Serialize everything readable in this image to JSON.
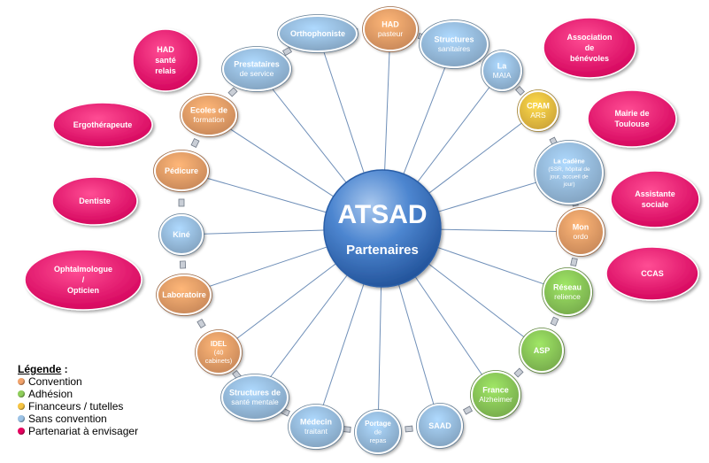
{
  "center": {
    "title": "ATSAD",
    "subtitle": "Partenaires"
  },
  "colors": {
    "convention": "#f2a36b",
    "adhesion": "#8fce5b",
    "financeurs": "#f6c443",
    "sans_convention": "#9cc3e6",
    "envisager": "#e7005f",
    "center": "#3c78c8"
  },
  "nodes": [
    {
      "id": "had-pasteur",
      "lines": [
        "HAD",
        "pasteur"
      ],
      "type": "convention"
    },
    {
      "id": "structures-sanitaires",
      "lines": [
        "Structures",
        "sanitaires"
      ],
      "type": "sans_convention"
    },
    {
      "id": "la-maia",
      "lines": [
        "La",
        "MAIA"
      ],
      "type": "sans_convention"
    },
    {
      "id": "cpam-ars",
      "lines": [
        "CPAM",
        "ARS"
      ],
      "type": "financeurs"
    },
    {
      "id": "la-cadene",
      "lines": [
        "La Cadène",
        "(SSR, hôpital de",
        "jour, accueil de",
        "jour)"
      ],
      "type": "sans_convention"
    },
    {
      "id": "mon-ordo",
      "lines": [
        "Mon",
        "ordo"
      ],
      "type": "convention"
    },
    {
      "id": "reseau-relience",
      "lines": [
        "Réseau",
        "relience"
      ],
      "type": "adhesion"
    },
    {
      "id": "asp",
      "lines": [
        "ASP"
      ],
      "type": "adhesion"
    },
    {
      "id": "france-alzheimer",
      "lines": [
        "France",
        "Alzheimer"
      ],
      "type": "adhesion"
    },
    {
      "id": "saad",
      "lines": [
        "SAAD"
      ],
      "type": "sans_convention"
    },
    {
      "id": "portage-de-repas",
      "lines": [
        "Portage",
        "de",
        "repas"
      ],
      "type": "sans_convention"
    },
    {
      "id": "medecin-traitant",
      "lines": [
        "Médecin",
        "traitant"
      ],
      "type": "sans_convention"
    },
    {
      "id": "structures-sante-mentale",
      "lines": [
        "Structures de",
        "santé mentale"
      ],
      "type": "sans_convention"
    },
    {
      "id": "idel",
      "lines": [
        "IDEL",
        "(40",
        "cabinets)"
      ],
      "type": "convention"
    },
    {
      "id": "laboratoire",
      "lines": [
        "Laboratoire"
      ],
      "type": "convention"
    },
    {
      "id": "kine",
      "lines": [
        "Kiné"
      ],
      "type": "sans_convention"
    },
    {
      "id": "pedicure",
      "lines": [
        "Pédicure"
      ],
      "type": "convention"
    },
    {
      "id": "ecoles-de-formation",
      "lines": [
        "Ecoles de",
        "formation"
      ],
      "type": "convention"
    },
    {
      "id": "prestataires-de-service",
      "lines": [
        "Prestataires",
        "de service"
      ],
      "type": "sans_convention"
    },
    {
      "id": "orthophoniste",
      "lines": [
        "Orthophoniste"
      ],
      "type": "sans_convention"
    }
  ],
  "envisager": [
    {
      "id": "association-de-benevoles",
      "lines": [
        "Association",
        "de",
        "bénévoles"
      ]
    },
    {
      "id": "mairie-de-toulouse",
      "lines": [
        "Mairie de",
        "Toulouse"
      ]
    },
    {
      "id": "assistante-sociale",
      "lines": [
        "Assistante",
        "sociale"
      ]
    },
    {
      "id": "ccas",
      "lines": [
        "CCAS"
      ]
    },
    {
      "id": "had-sante-relais",
      "lines": [
        "HAD",
        "santé",
        "relais"
      ]
    },
    {
      "id": "ergotherapeute",
      "lines": [
        "Ergothérapeute"
      ]
    },
    {
      "id": "dentiste",
      "lines": [
        "Dentiste"
      ]
    },
    {
      "id": "ophtalmologue-opticien",
      "lines": [
        "Ophtalmologue",
        "/",
        "Opticien"
      ]
    }
  ],
  "legend": {
    "title": "Légende",
    "colon": " :",
    "items": [
      {
        "label": "Convention",
        "color": "#f2a36b"
      },
      {
        "label": "Adhésion",
        "color": "#8fce5b"
      },
      {
        "label": "Financeurs / tutelles",
        "color": "#f6c443"
      },
      {
        "label": "Sans convention",
        "color": "#9cc3e6"
      },
      {
        "label": "Partenariat à envisager",
        "color": "#e7005f"
      }
    ]
  }
}
